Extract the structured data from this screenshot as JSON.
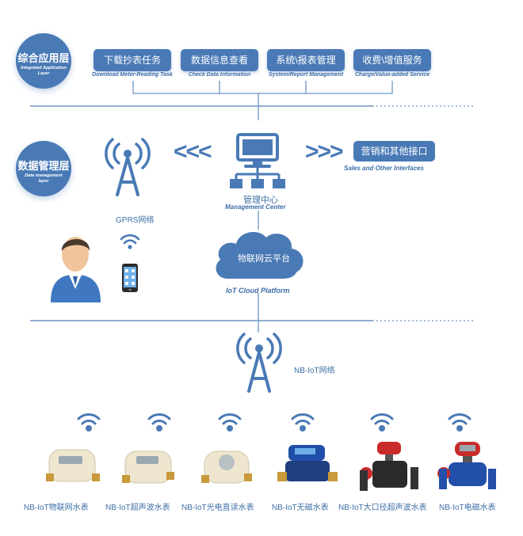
{
  "layers": {
    "application": {
      "cn": "综合应用层",
      "en": "Integrated Application Layer"
    },
    "data_management": {
      "cn": "数据管理层",
      "en": "Data management layer"
    }
  },
  "functions": [
    {
      "cn": "下载抄表任务",
      "en": "Download Meter-Reading Task"
    },
    {
      "cn": "数据信息查看",
      "en": "Check Data Information"
    },
    {
      "cn": "系统\\报表管理",
      "en": "System/Report Management"
    },
    {
      "cn": "收费\\增值服务",
      "en": "Charge/Value-added Service"
    }
  ],
  "management_center": {
    "cn": "管理中心",
    "en": "Management Center"
  },
  "gprs_network": "GPRS网络",
  "arrows": {
    "left": "<<<",
    "right": ">>>"
  },
  "sales": {
    "cn": "营销和其他接口",
    "en": "Sales and Other Interfaces"
  },
  "cloud": {
    "cn": "物联网云平台",
    "en": "IoT Cloud Platform"
  },
  "nbiot_network": "NB-IoT网络",
  "meters": [
    {
      "label": "NB-IoT物联网水表",
      "color": "#efe6cf"
    },
    {
      "label": "NB-IoT超声波水表",
      "color": "#efe6cf"
    },
    {
      "label": "NB-IoT光电直读水表",
      "color": "#efe6cf"
    },
    {
      "label": "NB-IoT无磁水表",
      "color": "#1f4fa8"
    },
    {
      "label": "NB-IoT大口径超声波水表",
      "color": "#c92b2b"
    },
    {
      "label": "NB-IoT电磁水表",
      "color": "#c92b2b"
    }
  ],
  "colors": {
    "accent": "#4a7ab6",
    "line": "#6d94c4",
    "brass": "#c99a3a"
  }
}
